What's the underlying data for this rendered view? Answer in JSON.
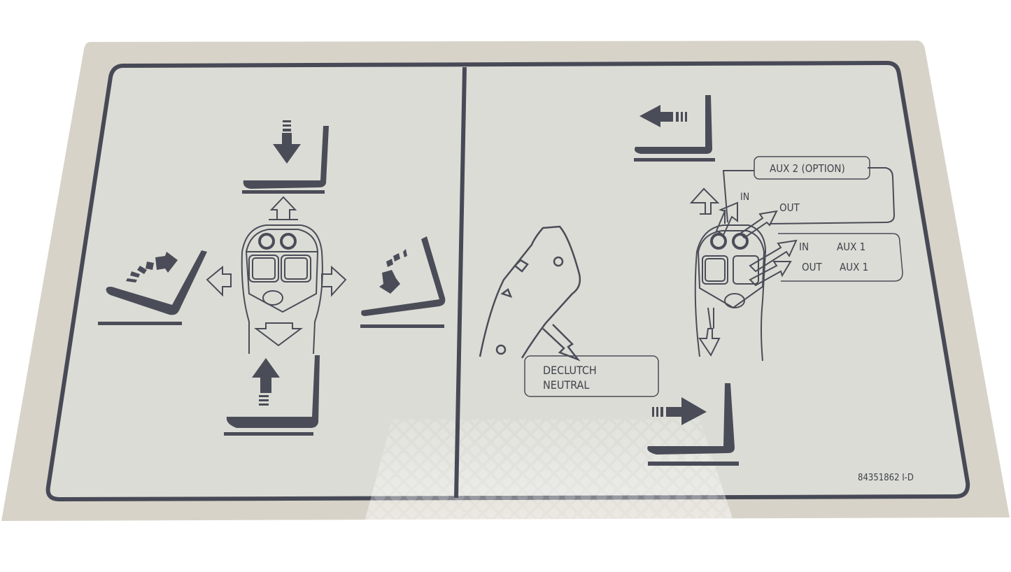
{
  "image": {
    "subject": "Joystick control decal",
    "colors": {
      "background": "#ffffff",
      "backing_paper": "#d9d5cc",
      "face": "#dcdcd6",
      "ink": "#4a4d58",
      "glare": "#f2f2f2"
    }
  },
  "left_panel": {
    "icons": [
      {
        "name": "fork-lower-icon",
        "direction": "down"
      },
      {
        "name": "fork-raise-icon",
        "direction": "up"
      },
      {
        "name": "fork-tilt-back-icon",
        "direction": "tilt-back"
      },
      {
        "name": "fork-tilt-forward-icon",
        "direction": "tilt-forward"
      }
    ],
    "joystick_arrows": [
      "up",
      "down",
      "left",
      "right"
    ]
  },
  "right_panel": {
    "callouts": {
      "aux2": {
        "title": "AUX 2 (OPTION)",
        "in_label": "IN",
        "out_label": "OUT"
      },
      "aux1": {
        "in_label": "IN",
        "in_name": "AUX 1",
        "out_label": "OUT",
        "out_name": "AUX 1"
      },
      "declutch": {
        "line1": "DECLUTCH",
        "line2": "NEUTRAL"
      }
    },
    "icons": [
      {
        "name": "sideshift-left-icon",
        "direction": "left"
      },
      {
        "name": "sideshift-right-icon",
        "direction": "right"
      }
    ]
  },
  "part_number": "84351862 I-D"
}
